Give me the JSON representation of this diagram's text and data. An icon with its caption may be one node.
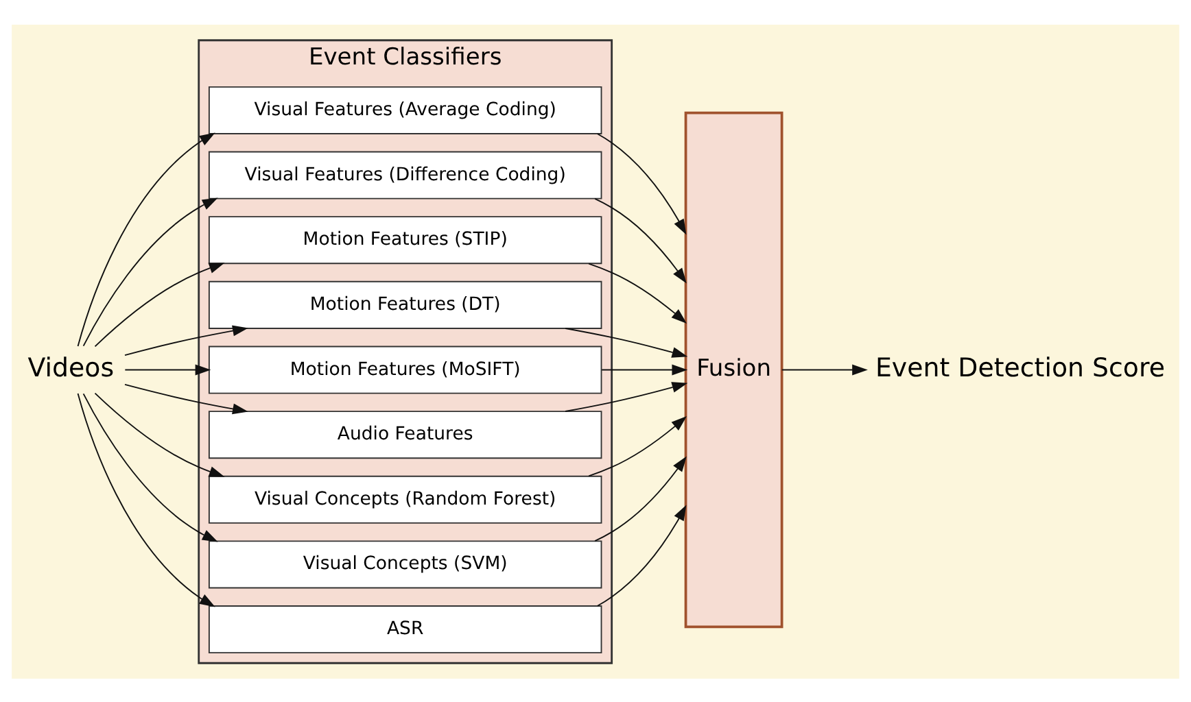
{
  "diagram": {
    "nodes": [
      {
        "text": [
          "Videos"
        ]
      },
      {
        "text": [
          "Event Classifiers"
        ]
      },
      {
        "text": [
          "Visual Features (Average Coding)"
        ],
        "in": 1
      },
      {
        "text": [
          "Visual Features (Difference Coding)"
        ],
        "in": 1
      },
      {
        "text": [
          "Motion Features (STIP)"
        ],
        "in": 1
      },
      {
        "text": [
          "Motion Features (DT)"
        ],
        "in": 1
      },
      {
        "text": [
          "Motion Features (MoSIFT)"
        ],
        "in": 1
      },
      {
        "text": [
          "Audio Features"
        ],
        "in": 1
      },
      {
        "text": [
          "Visual Concepts (Random Forest)"
        ],
        "in": 1
      },
      {
        "text": [
          "Visual Concepts (SVM)"
        ],
        "in": 1
      },
      {
        "text": [
          "ASR"
        ],
        "in": 1
      },
      {
        "text": [
          "Fusion"
        ]
      },
      {
        "text": [
          "Event Detection Score"
        ]
      }
    ],
    "edges": [
      {
        "from": 0,
        "to": 2,
        "arrow": "to"
      },
      {
        "from": 0,
        "to": 3,
        "arrow": "to"
      },
      {
        "from": 0,
        "to": 4,
        "arrow": "to"
      },
      {
        "from": 0,
        "to": 5,
        "arrow": "to"
      },
      {
        "from": 0,
        "to": 6,
        "arrow": "to"
      },
      {
        "from": 0,
        "to": 7,
        "arrow": "to"
      },
      {
        "from": 0,
        "to": 8,
        "arrow": "to"
      },
      {
        "from": 0,
        "to": 9,
        "arrow": "to"
      },
      {
        "from": 0,
        "to": 10,
        "arrow": "to"
      },
      {
        "from": 2,
        "to": 11,
        "arrow": "to"
      },
      {
        "from": 3,
        "to": 11,
        "arrow": "to"
      },
      {
        "from": 4,
        "to": 11,
        "arrow": "to"
      },
      {
        "from": 5,
        "to": 11,
        "arrow": "to"
      },
      {
        "from": 6,
        "to": 11,
        "arrow": "to"
      },
      {
        "from": 7,
        "to": 11,
        "arrow": "to"
      },
      {
        "from": 8,
        "to": 11,
        "arrow": "to"
      },
      {
        "from": 9,
        "to": 11,
        "arrow": "to"
      },
      {
        "from": 10,
        "to": 11,
        "arrow": "to"
      },
      {
        "from": 11,
        "to": 12,
        "arrow": "to"
      }
    ]
  }
}
